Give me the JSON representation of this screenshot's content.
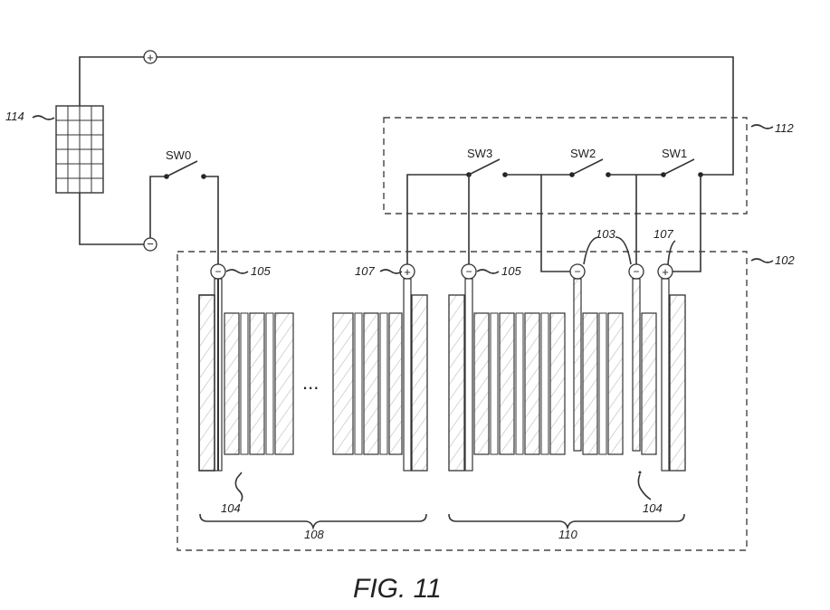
{
  "figure": {
    "caption": "FIG. 11"
  },
  "labels": {
    "solar_panel": "114",
    "controller_box": "112",
    "module_box": "102",
    "group_a": "108",
    "group_b": "110",
    "cell_a": "104",
    "cell_b": "104",
    "electrode_105_a": "105",
    "electrode_107_a": "107",
    "electrode_105_b": "105",
    "electrode_103": "103",
    "electrode_107_b": "107"
  },
  "switches": {
    "sw0": "SW0",
    "sw1": "SW1",
    "sw2": "SW2",
    "sw3": "SW3"
  },
  "polarity": {
    "top_terminal": "+",
    "bottom_terminal": "−",
    "t105_a": "−",
    "t107_a": "+",
    "t105_b": "−",
    "t103_a": "−",
    "t103_b": "−",
    "t107_b": "+"
  },
  "ellipsis": "..."
}
